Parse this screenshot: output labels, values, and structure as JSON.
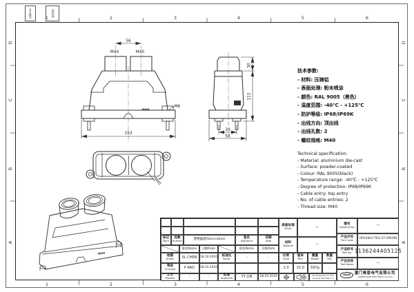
{
  "sheet": {
    "zones_top": [
      "1",
      "2",
      "3",
      "4",
      "5",
      "6"
    ],
    "zones_bottom": [
      "1",
      "2",
      "3",
      "4",
      "5",
      "6"
    ],
    "zones_left": [
      "D",
      "C",
      "B",
      "A"
    ],
    "zones_right": [
      "D",
      "C",
      "B",
      "A"
    ],
    "corner_date": "日期/Date",
    "corner_change": "更改单号"
  },
  "views": {
    "front": {
      "dim_spacing": "56",
      "dim_entry_left": "M40",
      "dim_entry_right": "M40",
      "dim_screw": "M6",
      "dim_width": "193",
      "brand": "WAIN"
    },
    "side": {
      "dim_top": "30",
      "dim_height": "111",
      "dim_inner": "39",
      "dim_outer": "58"
    },
    "plan": {
      "dim_thread": "M40"
    },
    "iso": {
      "brand": "WAIN"
    }
  },
  "specs_cn": {
    "title": "技术参数:",
    "lines": [
      "- 材料: 压铸铝",
      "- 表面处理: 粉末喷涂",
      "- 颜色: RAL 9005（黑色）",
      "- 温度范围: -40℃ - +125℃",
      "- 防护等级: IP68/IP69K",
      "- 出线方向: 顶出线",
      "- 出线孔数: 2",
      "- 螺纹规格: M40"
    ]
  },
  "specs_en": {
    "title": "Technical specification:",
    "lines": [
      "- Material: aluminium die-cast",
      "- Surface: powder-coated",
      "- Colour: RAL 9005(black)",
      "- Temperature range: -40℃ - +125℃",
      "- Degree of protection: IP68/IP69K",
      "- Cable entry: top entry",
      "- No. of cable entries: 2",
      "- Thread size: M40"
    ]
  },
  "titleblock": {
    "rev_header": {
      "mark_cn": "标记",
      "mark_en": "Mark",
      "number_cn": "处数",
      "number_en": "Number",
      "description": "变更描述/Description",
      "signature_cn": "签名",
      "signature_en": "Signature",
      "date_cn": "日期",
      "date_en": "Date"
    },
    "name_label": "姓名/Name",
    "date_label": "日期/Date",
    "drawn": {
      "cn": "绘图",
      "en": "Drawn",
      "name": "SL CHEN",
      "date": "18.10.2010"
    },
    "checked": {
      "cn": "审核",
      "en": "Checked",
      "name": "P RAO",
      "date": "18.10.2010"
    },
    "process": {
      "cn": "工艺",
      "en": "Process",
      "name": "-",
      "date": "-"
    },
    "standard": {
      "cn": "标准化",
      "en": "Stand.",
      "name": "-",
      "date": "-"
    },
    "approved": {
      "cn": "批准",
      "en": "Approved",
      "name": "YY LIN",
      "date": "18.10.2010"
    },
    "finish": {
      "cn": "表面处理",
      "en": "Finish",
      "value": "—"
    },
    "material": {
      "cn": "材料",
      "en": "Material",
      "value": "—"
    },
    "scale": {
      "cn": "比例",
      "en": "Scale",
      "value": "1:3"
    },
    "rev": {
      "cn": "版本",
      "en": "REV.",
      "value": "V1.0"
    },
    "weight": {
      "cn": "重量",
      "en": "Weight",
      "value": "597g"
    },
    "qty": {
      "cn": "数量",
      "en": "Qty.",
      "value": "-"
    },
    "note_line1": "All Dimensions in mm",
    "note_line2": "Original Size DIN A 4",
    "drawing_no": {
      "cn": "图号",
      "en": "Drawing No.",
      "value": "—"
    },
    "part_code": {
      "cn": "产品代号",
      "en": "Part Code",
      "value": "HP24B/H-TEH-2T-2M40B"
    },
    "part_no": {
      "cn": "产品料号",
      "en": "Part No.",
      "value": "1136244405125"
    },
    "part_name": {
      "cn": "产品名称",
      "en": "Part Name",
      "value": "—"
    },
    "company": {
      "logo": "WAIN",
      "cn": "厦门唯恩电气有限公司",
      "en": "XIAMEN WAIN ELECTRICAL CO.,LTD"
    }
  }
}
